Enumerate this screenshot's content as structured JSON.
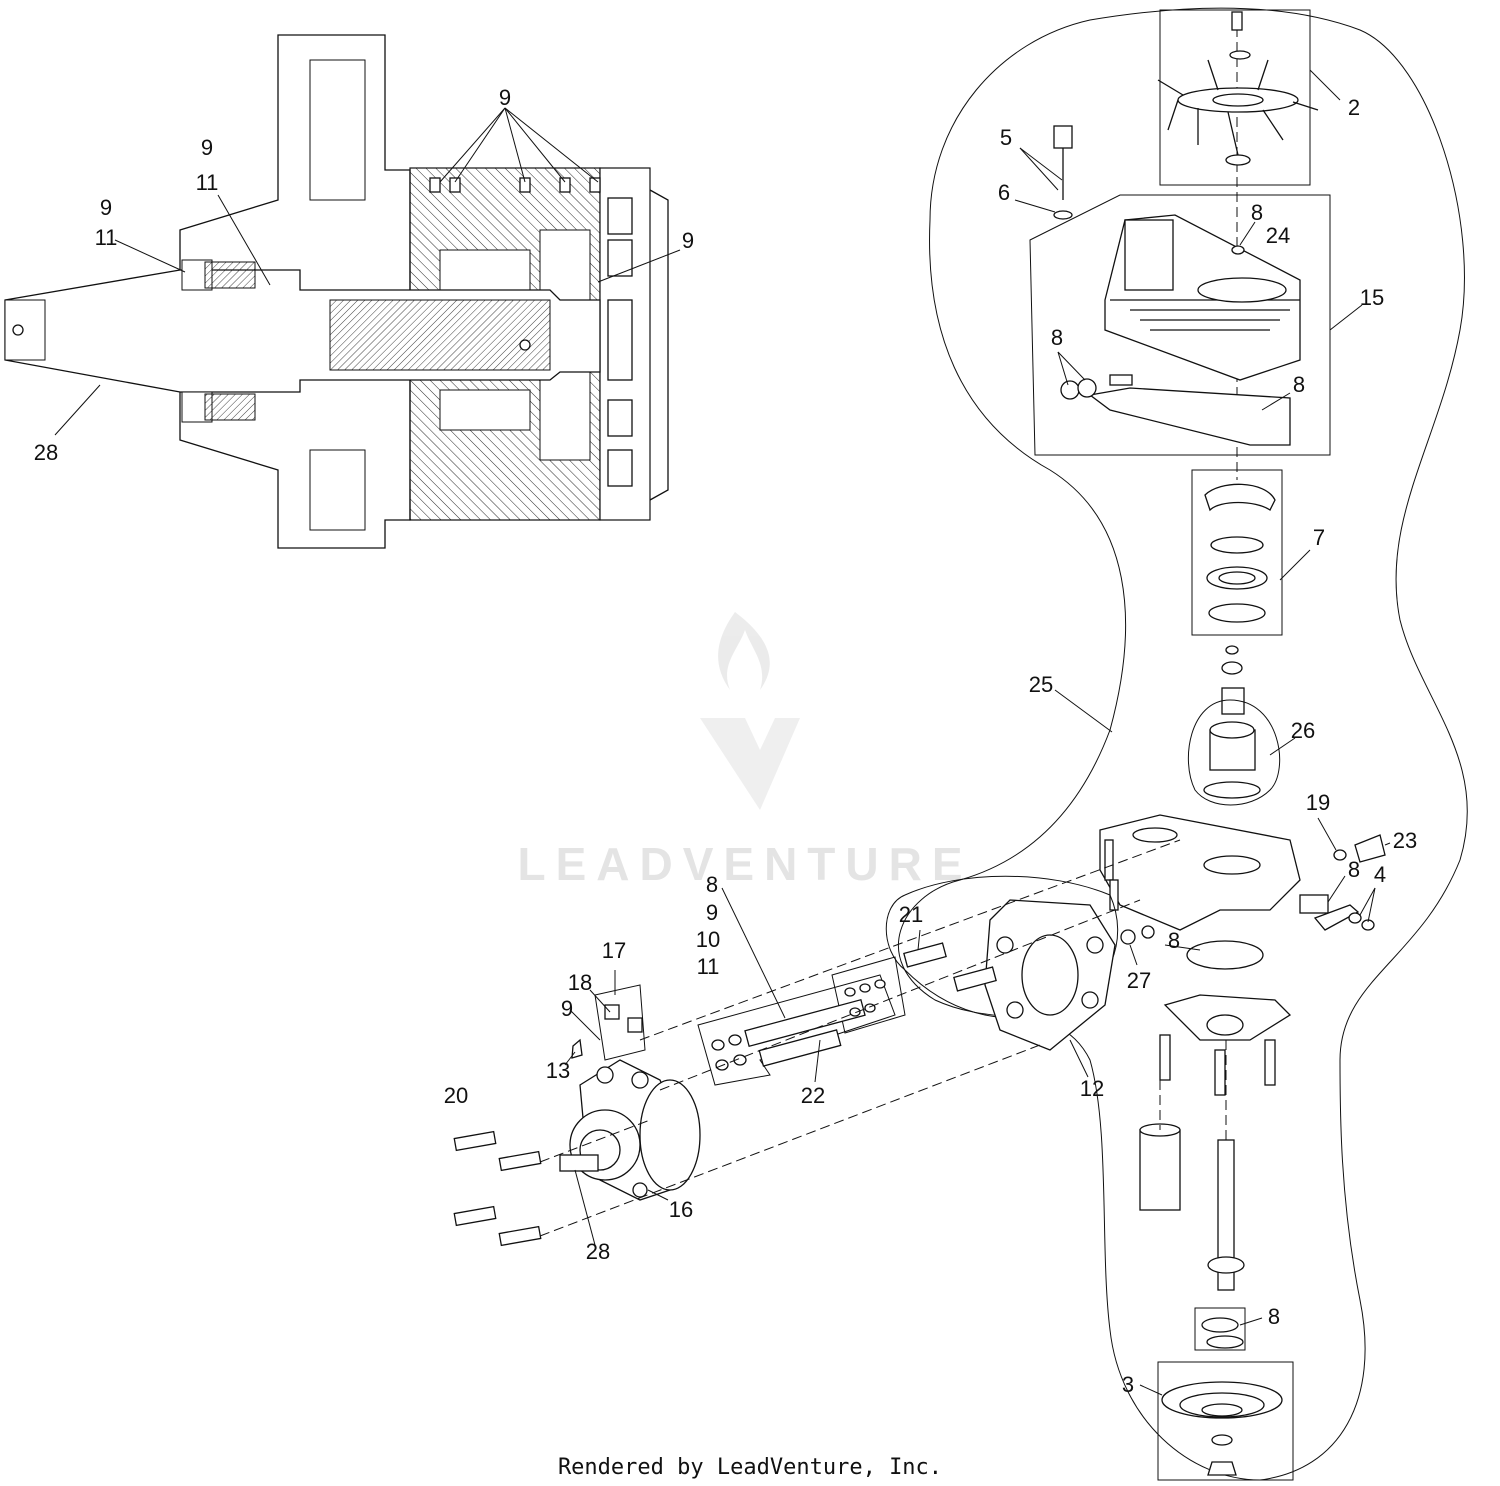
{
  "diagram": {
    "watermark_text": "LEADVENTURE",
    "footer_text": "Rendered by LeadVenture, Inc.",
    "callouts": [
      {
        "id": "c-9-top",
        "label": "9"
      },
      {
        "id": "c-9-a",
        "label": "9"
      },
      {
        "id": "c-11-a",
        "label": "11"
      },
      {
        "id": "c-9-b",
        "label": "9"
      },
      {
        "id": "c-11-b",
        "label": "11"
      },
      {
        "id": "c-9-right",
        "label": "9"
      },
      {
        "id": "c-28-section",
        "label": "28"
      },
      {
        "id": "c-2",
        "label": "2"
      },
      {
        "id": "c-5",
        "label": "5"
      },
      {
        "id": "c-6",
        "label": "6"
      },
      {
        "id": "c-8-cap",
        "label": "8"
      },
      {
        "id": "c-24",
        "label": "24"
      },
      {
        "id": "c-15",
        "label": "15"
      },
      {
        "id": "c-8-left",
        "label": "8"
      },
      {
        "id": "c-8-gasket",
        "label": "8"
      },
      {
        "id": "c-7",
        "label": "7"
      },
      {
        "id": "c-25",
        "label": "25"
      },
      {
        "id": "c-26",
        "label": "26"
      },
      {
        "id": "c-19",
        "label": "19"
      },
      {
        "id": "c-23",
        "label": "23"
      },
      {
        "id": "c-8-valve",
        "label": "8"
      },
      {
        "id": "c-4",
        "label": "4"
      },
      {
        "id": "c-21",
        "label": "21"
      },
      {
        "id": "c-27",
        "label": "27"
      },
      {
        "id": "c-8-oring",
        "label": "8"
      },
      {
        "id": "c-8-kit",
        "label": "8"
      },
      {
        "id": "c-9-kit",
        "label": "9"
      },
      {
        "id": "c-10-kit",
        "label": "10"
      },
      {
        "id": "c-11-kit",
        "label": "11"
      },
      {
        "id": "c-17",
        "label": "17"
      },
      {
        "id": "c-18",
        "label": "18"
      },
      {
        "id": "c-9-port",
        "label": "9"
      },
      {
        "id": "c-13",
        "label": "13"
      },
      {
        "id": "c-20",
        "label": "20"
      },
      {
        "id": "c-22",
        "label": "22"
      },
      {
        "id": "c-12",
        "label": "12"
      },
      {
        "id": "c-16",
        "label": "16"
      },
      {
        "id": "c-28-axle",
        "label": "28"
      },
      {
        "id": "c-8-bearing",
        "label": "8"
      },
      {
        "id": "c-3",
        "label": "3"
      }
    ]
  }
}
